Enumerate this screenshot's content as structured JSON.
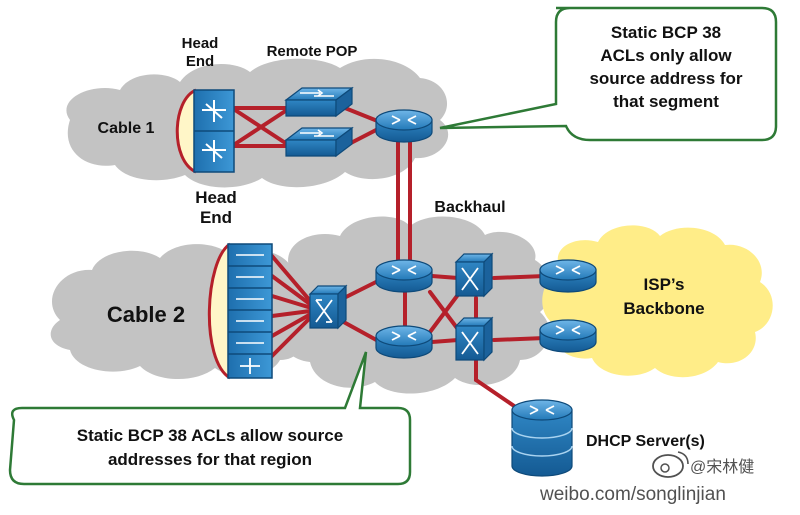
{
  "labels": {
    "head_end_top_1": "Head",
    "head_end_top_2": "End",
    "remote_pop": "Remote POP",
    "cable_1": "Cable 1",
    "head_end_mid_1": "Head",
    "head_end_mid_2": "End",
    "backhaul": "Backhaul",
    "cable_2": "Cable 2",
    "isp_backbone_1": "ISP’s",
    "isp_backbone_2": "Backbone",
    "dhcp_server": "DHCP Server(s)"
  },
  "callouts": {
    "top": [
      "Static BCP 38",
      "ACLs only allow",
      "source address for",
      "that segment"
    ],
    "bottom": [
      "Static BCP 38 ACLs allow source",
      "addresses for that region"
    ]
  },
  "watermark": {
    "logo_text": "@宋林健",
    "url": "weibo.com/songlinjian"
  },
  "colors": {
    "cloud": "#c3c3c3",
    "isp_cloud": "#ffed88",
    "link": "#b5202a",
    "device_blue": "#2e86c6",
    "callout_border": "#2e7a36",
    "callout_fill": "#ffffff"
  }
}
